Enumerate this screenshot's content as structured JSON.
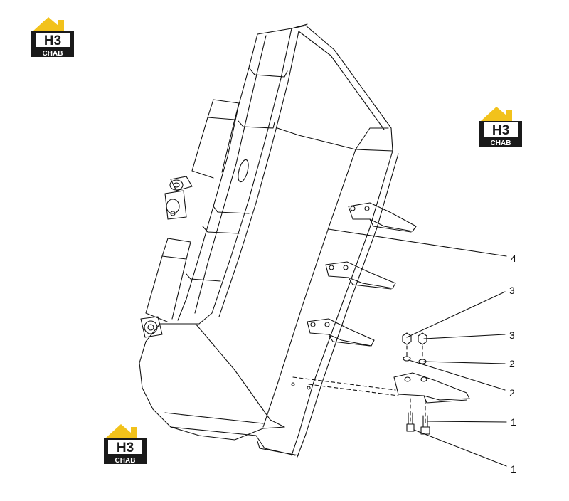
{
  "logo": {
    "mark": "H3",
    "brand": "CHAB",
    "colors": {
      "roof": "#f2c21b",
      "body": "#1a1a1a",
      "mark_bg": "#ffffff"
    }
  },
  "callouts": [
    {
      "id": "c1a",
      "label": "1"
    },
    {
      "id": "c1b",
      "label": "1"
    },
    {
      "id": "c2a",
      "label": "2"
    },
    {
      "id": "c2b",
      "label": "2"
    },
    {
      "id": "c3a",
      "label": "3"
    },
    {
      "id": "c3b",
      "label": "3"
    },
    {
      "id": "c4",
      "label": "4"
    }
  ],
  "colors": {
    "line": "#111111",
    "background": "#ffffff"
  }
}
